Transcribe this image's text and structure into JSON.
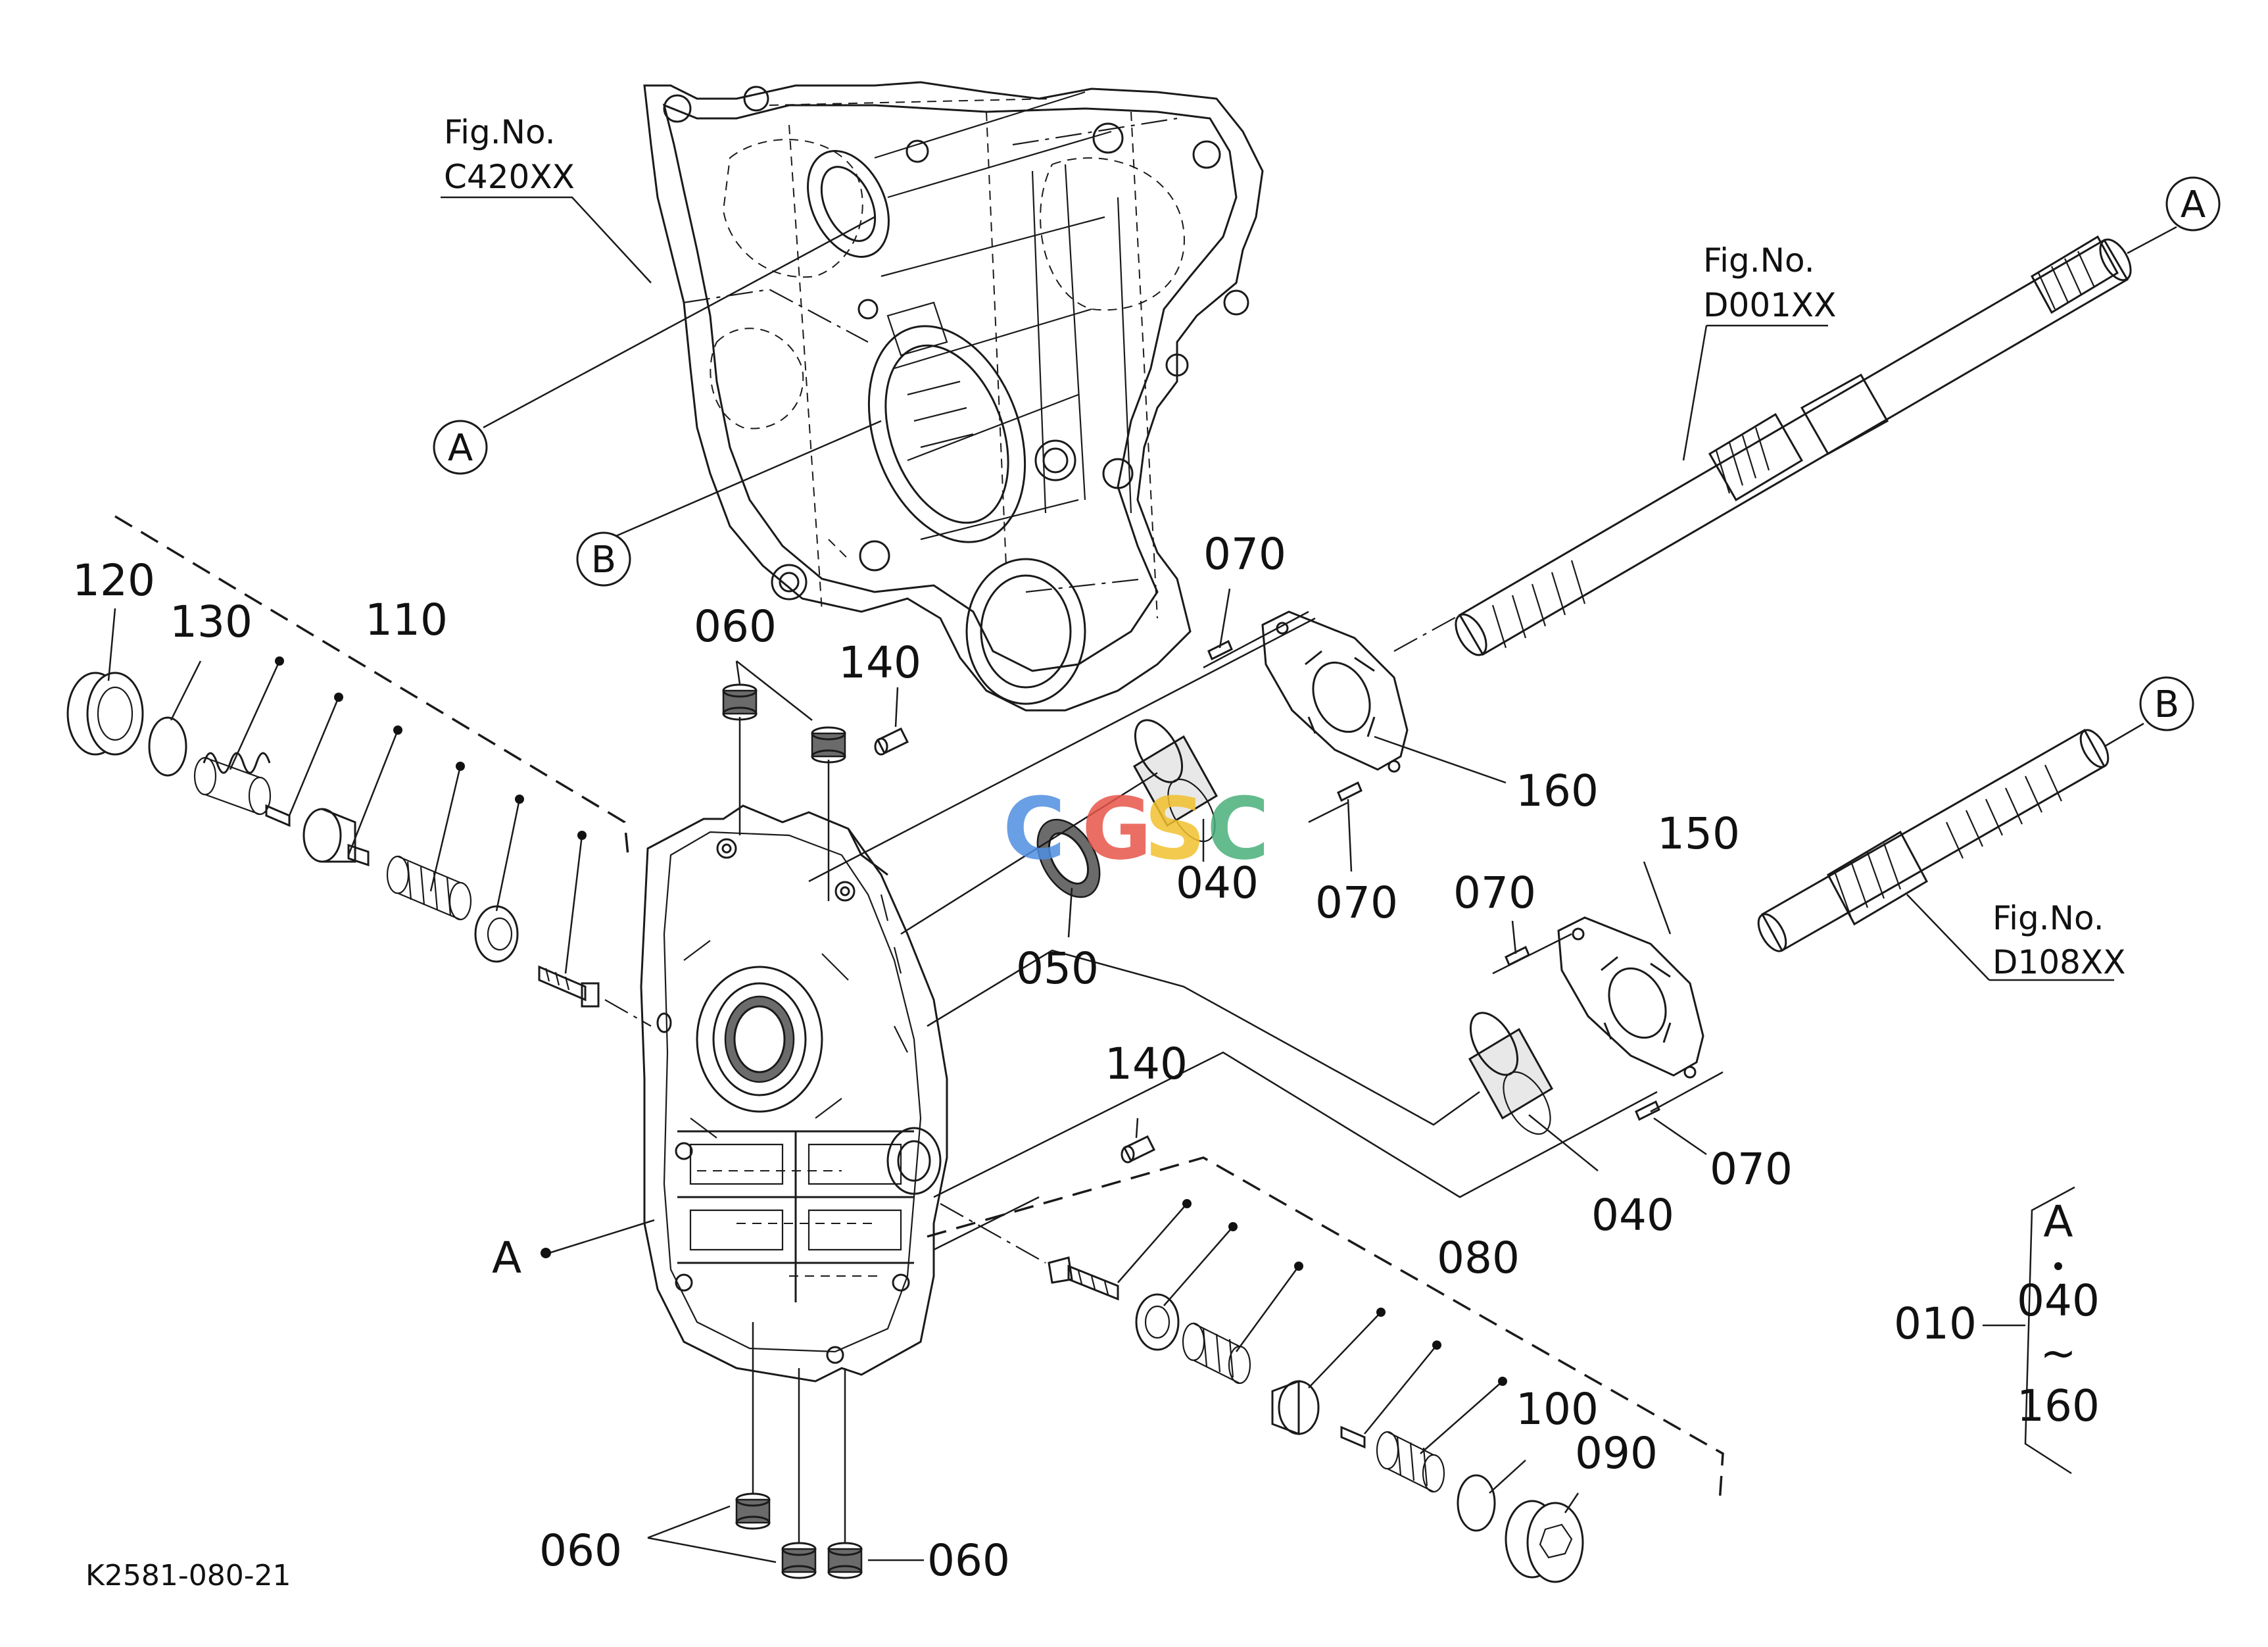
{
  "figure": {
    "code": "K2581-080-21"
  },
  "fig_refs": {
    "c420": [
      "Fig.No.",
      "C420XX"
    ],
    "d001": [
      "Fig.No.",
      "D001XX"
    ],
    "d108": [
      "Fig.No.",
      "D108XX"
    ]
  },
  "circle_markers": {
    "a_top": "A",
    "a_case": "A",
    "b_case": "B",
    "b_shaft": "B"
  },
  "callouts": {
    "p010": "010",
    "p040_top": "040",
    "p040_bottom": "040",
    "p050": "050",
    "p060_top": "060",
    "p060_bottom_left": "060",
    "p060_bottom_right": "060",
    "p070_top": "070",
    "p070_mid": "070",
    "p070_right": "070",
    "p070_bottom": "070",
    "p080": "080",
    "p090": "090",
    "p100": "100",
    "p110": "110",
    "p120": "120",
    "p130": "130",
    "p140_top": "140",
    "p140_bottom": "140",
    "p150": "150",
    "p160": "160",
    "point_a": "A"
  },
  "assembly_bracket": {
    "top": "A",
    "middle": "040",
    "range_symbol": "~",
    "bottom": "160"
  },
  "watermark": {
    "text": "CGSC",
    "letter_colors": [
      "#4f8fe0",
      "#e8554a",
      "#f2c12e",
      "#49b07a"
    ]
  }
}
